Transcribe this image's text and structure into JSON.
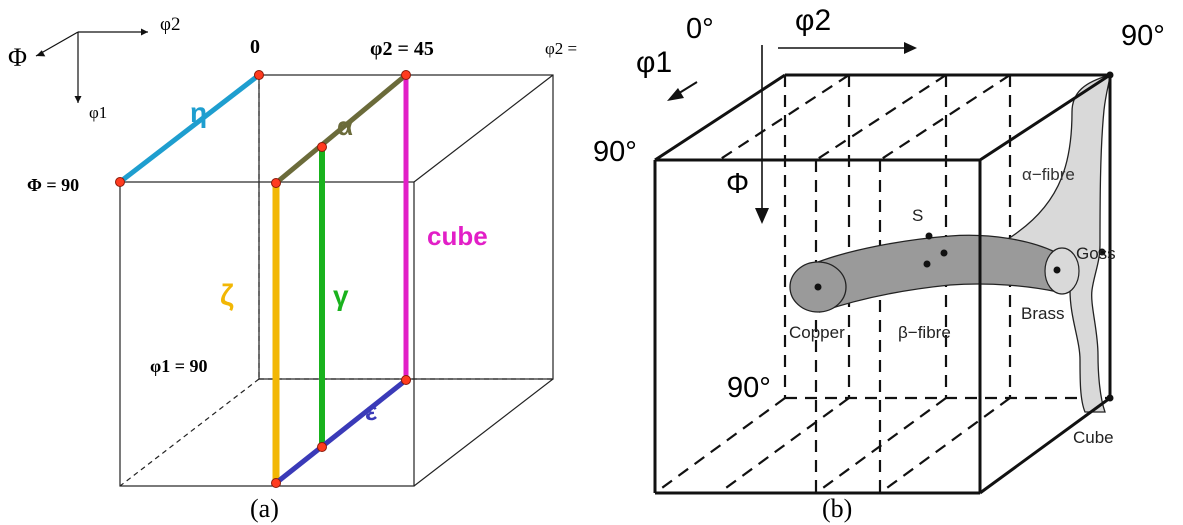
{
  "panel_a": {
    "caption": "(a)",
    "axes": {
      "phi2": "φ2",
      "Phi": "Φ",
      "phi1": "φ1"
    },
    "top_labels": {
      "zero": "0",
      "phi2_45": "φ2 = 45",
      "phi2_cut": "φ2 ="
    },
    "side_labels": {
      "Phi_90": "Φ = 90",
      "phi1_90": "φ1 = 90"
    },
    "fibres": [
      {
        "key": "eta",
        "label": "η",
        "color": "#1e9ecf"
      },
      {
        "key": "alpha",
        "label": "α",
        "color": "#6b6b3a"
      },
      {
        "key": "cube",
        "label": "cube",
        "color": "#e21fc7"
      },
      {
        "key": "zeta",
        "label": "ζ",
        "color": "#f2b705"
      },
      {
        "key": "gamma",
        "label": "γ",
        "color": "#19b21d"
      },
      {
        "key": "epsilon",
        "label": "ε",
        "color": "#3a3ab8"
      }
    ],
    "node_color": "#ff3b1f"
  },
  "panel_b": {
    "caption": "(b)",
    "axes": {
      "phi2": "φ2",
      "phi1": "φ1",
      "Phi": "Φ"
    },
    "angles": {
      "origin": "0°",
      "top_right": "90°",
      "left": "90°",
      "bottom": "90°"
    },
    "components": {
      "alpha_fibre": "α−fibre",
      "S": "S",
      "goss": "Goss",
      "brass": "Brass",
      "copper": "Copper",
      "beta_fibre": "β−fibre",
      "cube": "Cube"
    },
    "tube_color": "#9a9a9a",
    "sheet_color": "#d9d9d9"
  }
}
